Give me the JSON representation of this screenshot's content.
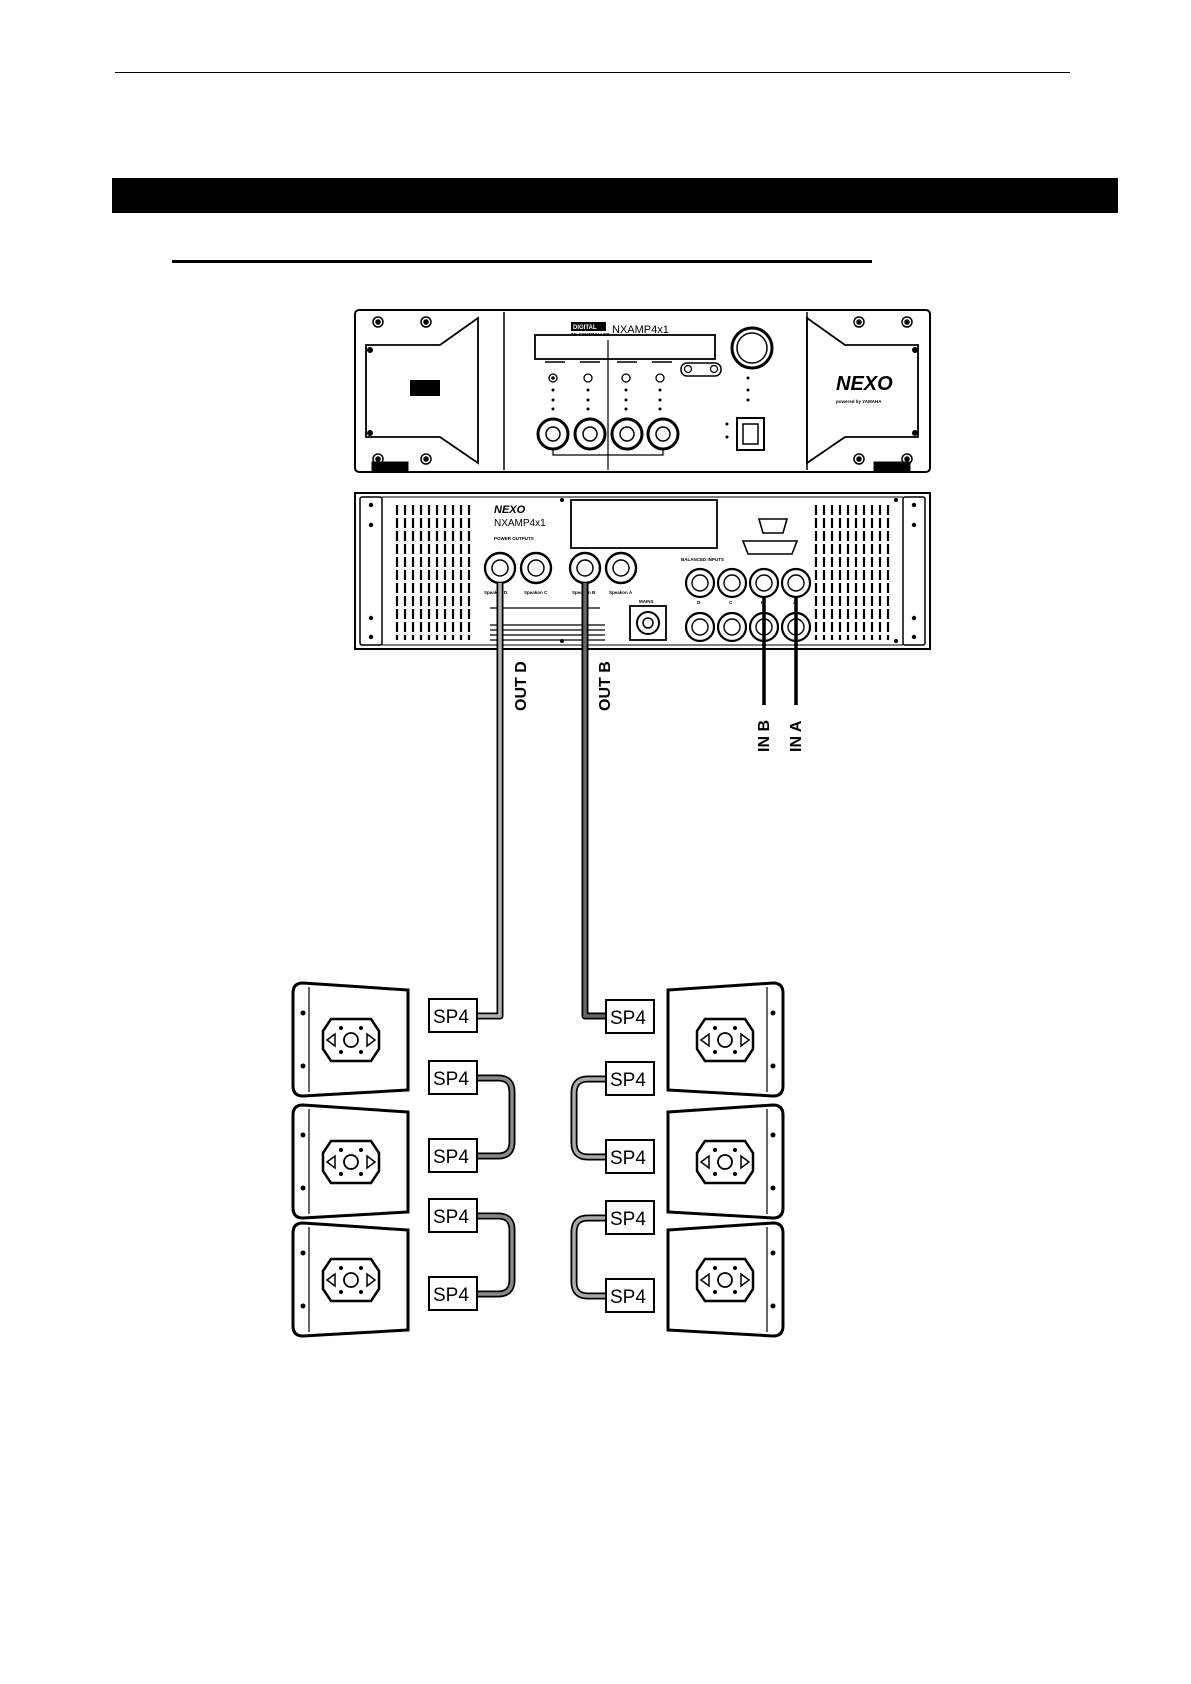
{
  "amplifier": {
    "model": "NXAMP4x1",
    "brand": "NEXO",
    "front_series_label": "DIGITAL",
    "front_sub_label": "TD CONTROLLER",
    "front_tagline": "powered by YAMAHA",
    "rear_power_outputs": "POWER OUTPUTS",
    "rear_balanced_inputs": "BALANCED INPUTS",
    "rear_mains": "MAINS",
    "rear_speakon_labels": [
      "Speakon D",
      "Speakon C",
      "Speakon B",
      "Speakon A"
    ],
    "rear_channel_letters": [
      "D",
      "C",
      "B",
      "A"
    ]
  },
  "cables": {
    "out_d": "OUT D",
    "out_b": "OUT B",
    "in_b": "IN B",
    "in_a": "IN A"
  },
  "connectors": {
    "left": [
      "SP4",
      "SP4",
      "SP4",
      "SP4",
      "SP4"
    ],
    "right": [
      "SP4",
      "SP4",
      "SP4",
      "SP4",
      "SP4"
    ]
  },
  "colors": {
    "line": "#000000",
    "cable_grey": "#8a8a8a",
    "cable_dark": "#444444"
  }
}
